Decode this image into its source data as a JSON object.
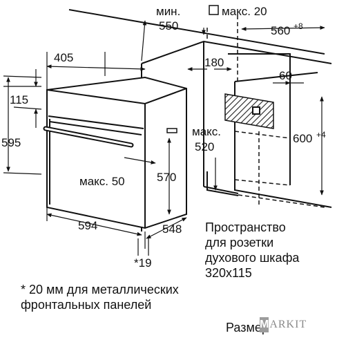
{
  "dimensions": {
    "min_label": "мин.",
    "min_value": "550",
    "max_gap_label": "макс. 20",
    "depth_niche": "560",
    "depth_niche_tolerance": "+8",
    "width_top": "405",
    "top_offset": "115",
    "total_height": "595",
    "niche_offset_180": "180",
    "niche_60": "60",
    "max_520_label": "макс.",
    "max_520_value": "520",
    "niche_height": "600",
    "niche_height_tolerance": "+4",
    "height_570": "570",
    "max_50_label": "макс. 50",
    "width_594": "594",
    "depth_548": "548",
    "footnote_ref": "*19"
  },
  "socket_note": {
    "line1": "Пространство",
    "line2": "для розетки",
    "line3": "духового шкафа",
    "line4": "320x115"
  },
  "footnote": {
    "line1": "* 20 мм для металлических",
    "line2": "фронтальных панелей"
  },
  "bottom_text": "Размеры в мм",
  "logo": {
    "letter": "M",
    "rest": "ARKIT"
  }
}
